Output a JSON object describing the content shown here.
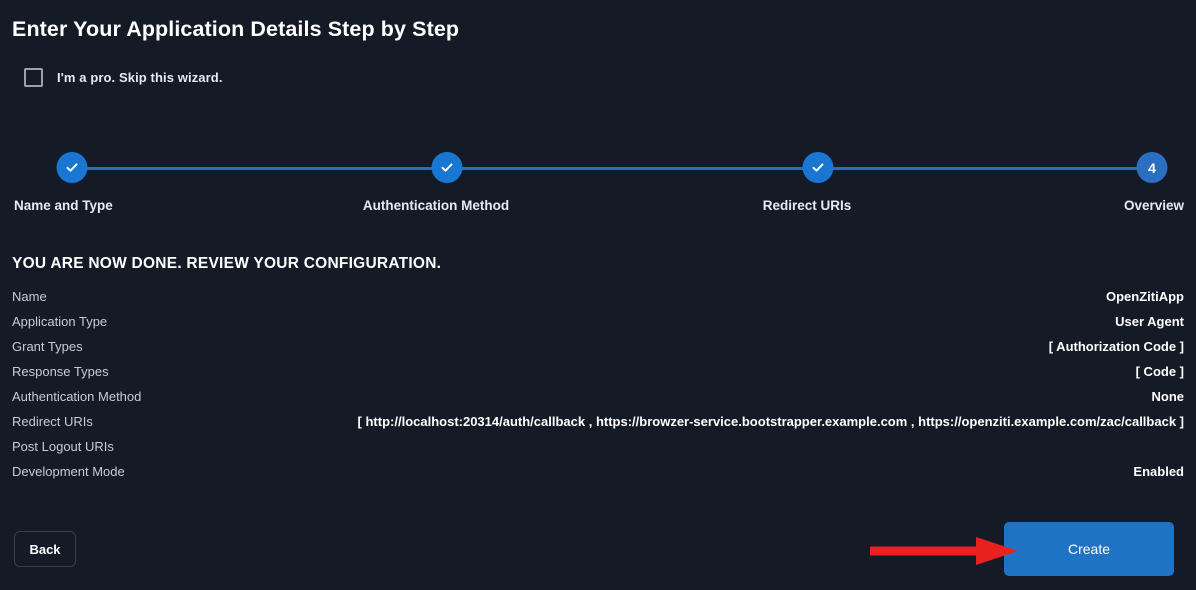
{
  "page": {
    "title": "Enter Your Application Details Step by Step"
  },
  "skip_wizard": {
    "label": "I'm a pro. Skip this wizard.",
    "checked": false
  },
  "stepper": {
    "active_step": 4,
    "accent_color": "#1976d2",
    "connector_color": "#2272c4",
    "steps": [
      {
        "index": 1,
        "label": "Name and Type",
        "state": "complete",
        "icon": "check-icon"
      },
      {
        "index": 2,
        "label": "Authentication Method",
        "state": "complete",
        "icon": "check-icon"
      },
      {
        "index": 3,
        "label": "Redirect URIs",
        "state": "complete",
        "icon": "check-icon"
      },
      {
        "index": 4,
        "label": "Overview",
        "state": "current",
        "number": "4"
      }
    ]
  },
  "summary": {
    "heading": "YOU ARE NOW DONE. REVIEW YOUR CONFIGURATION.",
    "rows": [
      {
        "label": "Name",
        "value": "OpenZitiApp"
      },
      {
        "label": "Application Type",
        "value": "User Agent"
      },
      {
        "label": "Grant Types",
        "value": "[ Authorization Code ]"
      },
      {
        "label": "Response Types",
        "value": "[ Code ]"
      },
      {
        "label": "Authentication Method",
        "value": "None"
      },
      {
        "label": "Redirect URIs",
        "value": "[ http://localhost:20314/auth/callback , https://browzer-service.bootstrapper.example.com , https://openziti.example.com/zac/callback ]"
      },
      {
        "label": "Post Logout URIs",
        "value": ""
      },
      {
        "label": "Development Mode",
        "value": "Enabled"
      }
    ]
  },
  "footer": {
    "back_label": "Back",
    "create_label": "Create",
    "create_color": "#1f73c4"
  },
  "annotation": {
    "arrow_color": "#e8231f",
    "points_to": "create-button"
  }
}
